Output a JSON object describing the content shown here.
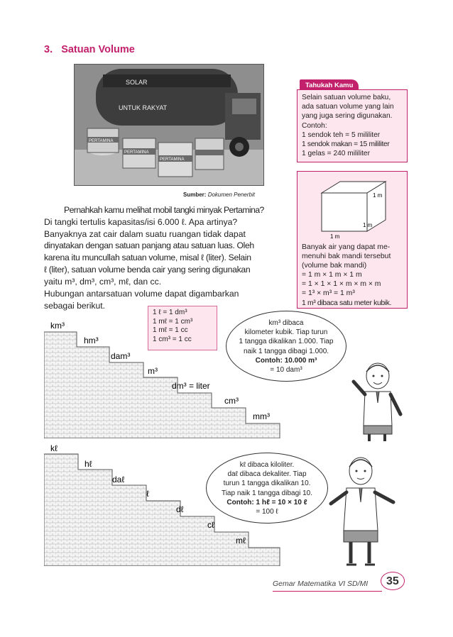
{
  "section": {
    "number": "3.",
    "title": "Satuan Volume"
  },
  "photo": {
    "caption_label": "Sumber:",
    "caption_source": "Dokumen Penerbit",
    "truck_text": [
      "SOLAR",
      "PERTAMINA",
      "PERTAMINA",
      "PERTAMINA",
      "UNTUK RAKYAT"
    ]
  },
  "paragraph1": [
    "Pernahkah kamu melihat mobil tangki minyak Pertamina?",
    "Di tangki tertulis kapasitas/isi 6.000 ℓ. Apa artinya?",
    "Banyaknya zat cair dalam suatu ruangan tidak dapat",
    "dinyatakan dengan satuan panjang atau satuan luas. Oleh",
    "karena itu muncullah satuan volume, misal ℓ (liter). Selain",
    "ℓ (liter), satuan volume benda cair yang sering digunakan",
    "yaitu m³, dm³, cm³, mℓ, dan cc."
  ],
  "paragraph2": [
    "Hubungan antarsatuan volume dapat digambarkan",
    "sebagai berikut."
  ],
  "tahukah_kamu": {
    "title": "Tahukah Kamu",
    "lines": [
      "Selain satuan volume baku,",
      "ada satuan volume yang lain",
      "yang juga sering digunakan.",
      "Contoh:",
      "1 sendok teh = 5 mililiter",
      "1 sendok makan = 15 mililiter",
      "1 gelas = 240 mililiter"
    ]
  },
  "cube": {
    "edge_labels": [
      "1 m",
      "1 m",
      "1 m"
    ],
    "lines": [
      "Banyak air yang dapat me-",
      "menuhi bak mandi tersebut",
      "(volume bak mandi)",
      "= 1 m × 1 m × 1 m",
      "= 1 × 1 × 1 × m × m × m",
      "= 1³ × m³ = 1 m³",
      "1 m³ dibaca satu meter kubik."
    ]
  },
  "cubic_stairs": {
    "units": [
      "km³",
      "hm³",
      "dam³",
      "m³",
      "dm³ = liter",
      "cm³",
      "mm³"
    ]
  },
  "conversion_box": [
    "1 ℓ = 1 dm³",
    "1 mℓ = 1 cm³",
    "1 mℓ = 1 cc",
    "1 cm³ = 1 cc"
  ],
  "bubble_cubic": [
    "km³ dibaca",
    "kilometer kubik. Tiap turun",
    "1 tangga dikalikan 1.000. Tiap",
    "naik 1 tangga dibagi 1.000.",
    "Contoh: 10.000 m³",
    "= 10 dam³"
  ],
  "liter_stairs": {
    "units": [
      "kℓ",
      "hℓ",
      "daℓ",
      "ℓ",
      "dℓ",
      "cℓ",
      "mℓ"
    ]
  },
  "bubble_liter": [
    "kℓ dibaca kiloliter.",
    "daℓ dibaca dekaliter. Tiap",
    "turun 1 tangga dikalikan 10.",
    "Tiap naik 1 tangga dibagi 10.",
    "Contoh: 1 hℓ  = 10 × 10 ℓ",
    "= 100 ℓ"
  ],
  "footer": {
    "book": "Gemar Matematika VI SD/MI",
    "page": "35"
  },
  "colors": {
    "accent": "#c3206c",
    "box_fill": "#fde6ee"
  }
}
